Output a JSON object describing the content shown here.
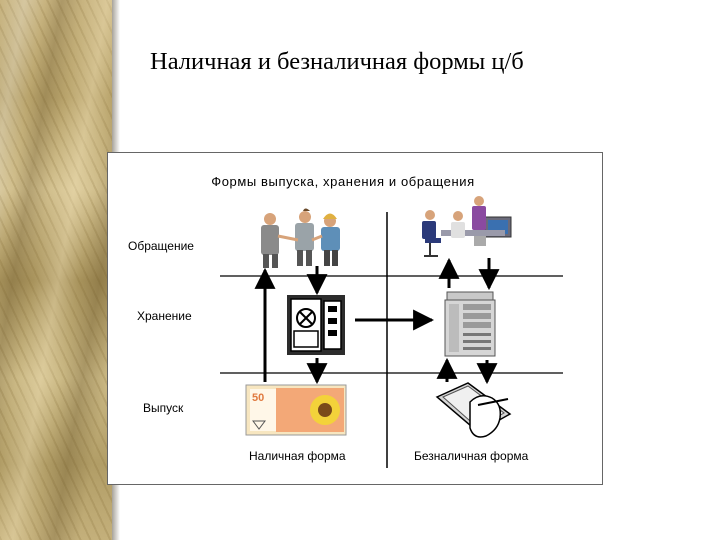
{
  "slide": {
    "title": "Наличная и безналичная формы ц/б"
  },
  "diagram": {
    "heading": "Формы выпуска, хранения и обращения",
    "rows": {
      "circulation": "Обращение",
      "storage": "Хранение",
      "issue": "Выпуск"
    },
    "columns": {
      "cash": "Наличная форма",
      "noncash": "Безналичная форма"
    },
    "icons": [
      "people-handshake-icon",
      "office-computers-icon",
      "safe-vault-icon",
      "server-tower-icon",
      "banknote-sunflower-icon",
      "hand-writing-tablet-icon"
    ],
    "banknote_label": "50"
  },
  "colors": {
    "background": "#ffffff",
    "marble": "#c2ae78",
    "line": "#000000"
  }
}
